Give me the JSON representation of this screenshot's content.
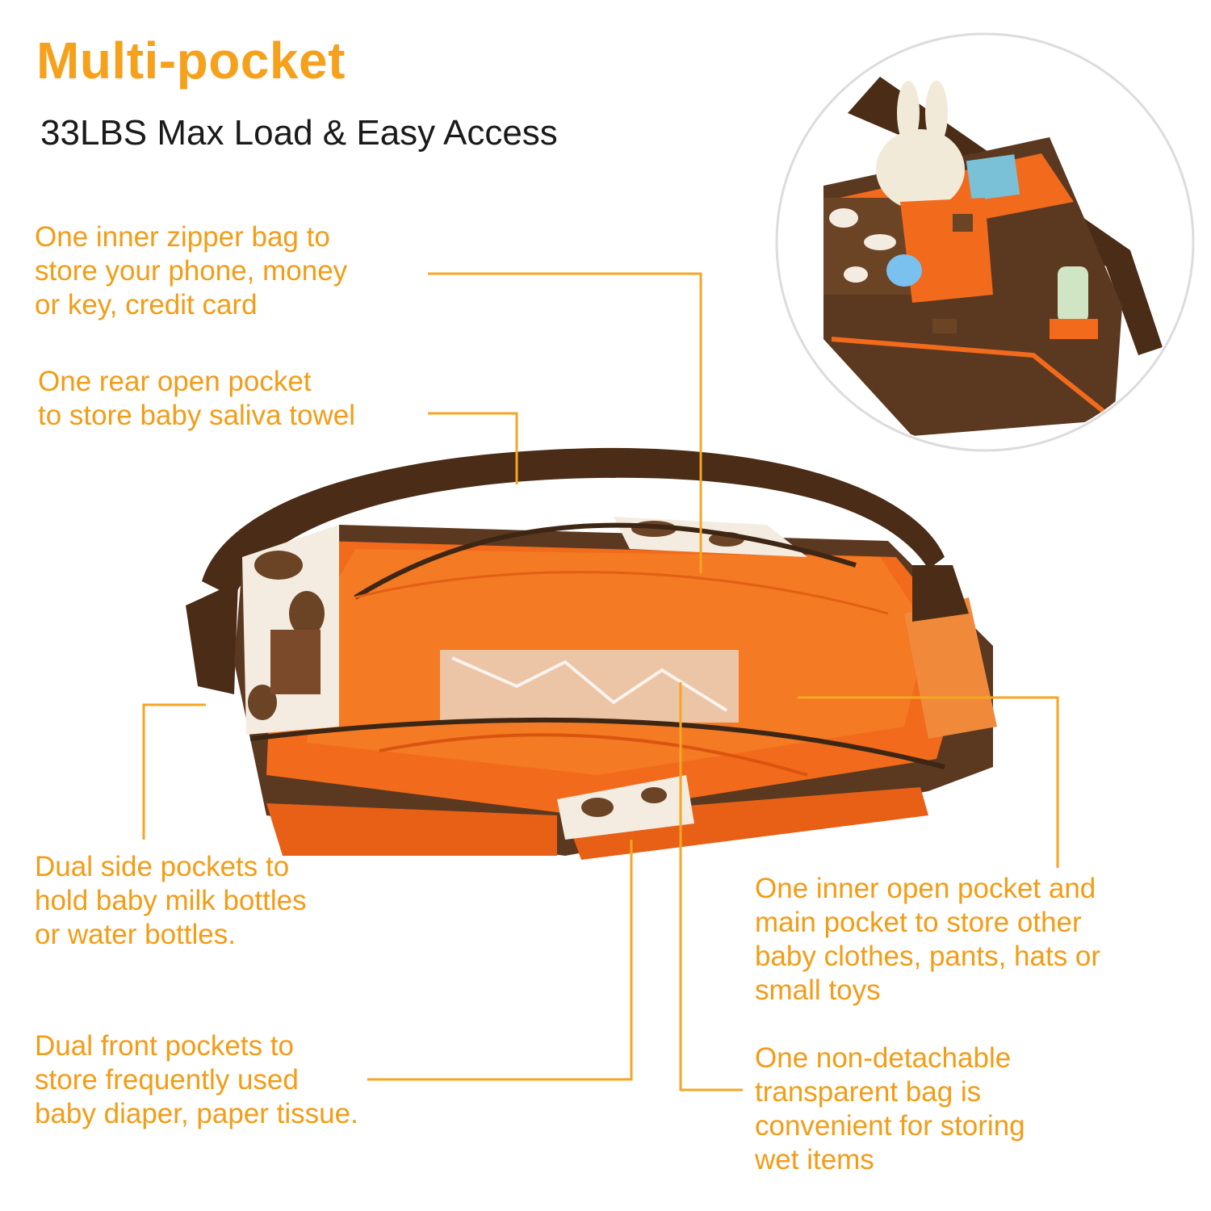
{
  "header": {
    "title": "Multi-pocket",
    "subtitle": "33LBS Max Load & Easy Access"
  },
  "callouts": [
    {
      "id": "inner-zipper-bag",
      "text": "One inner zipper bag to\nstore your phone, money\nor key, credit card"
    },
    {
      "id": "rear-open-pocket",
      "text": "One rear open pocket\nto store baby saliva towel"
    },
    {
      "id": "dual-side-pockets",
      "text": "Dual side pockets to\nhold baby milk bottles\nor water bottles."
    },
    {
      "id": "dual-front-pockets",
      "text": "Dual front pockets to\nstore frequently used\nbaby diaper, paper tissue."
    },
    {
      "id": "inner-open-pocket",
      "text": "One inner open pocket and\nmain pocket to store other\nbaby clothes, pants, hats or\nsmall toys"
    },
    {
      "id": "transparent-bag",
      "text": "One non-detachable\ntransparent bag is\nconvenient for storing\nwet items"
    }
  ],
  "colors": {
    "accent_orange": "#f5a11c",
    "callout_text": "#f39c16",
    "bag_brown": "#5a3a22",
    "bag_lining": "#f26a1b",
    "leader_line": "#f5a623"
  },
  "images": {
    "main": "diaper-bag-top-view",
    "inset": "diaper-bag-with-baby-items-circle"
  }
}
